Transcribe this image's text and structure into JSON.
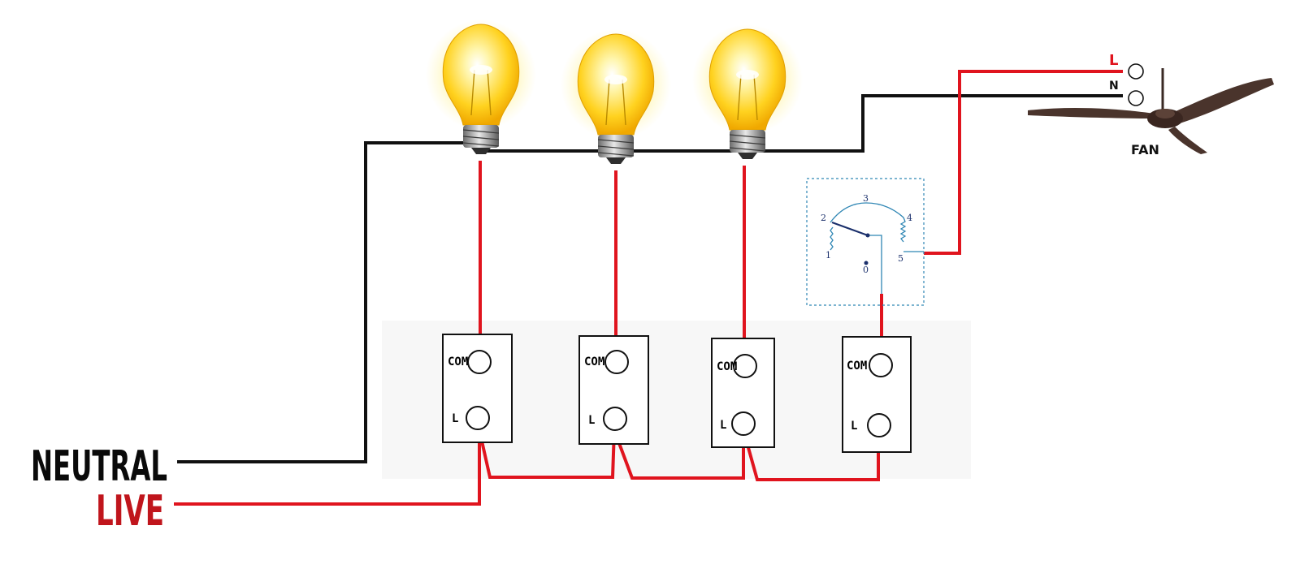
{
  "labels": {
    "neutral": "NEUTRAL",
    "live": "LIVE",
    "fan": "FAN",
    "fan_terminal_l": "L",
    "fan_terminal_n": "N"
  },
  "switches": [
    {
      "com": "COM",
      "l": "L"
    },
    {
      "com": "COM",
      "l": "L"
    },
    {
      "com": "COM",
      "l": "L"
    },
    {
      "com": "COM",
      "l": "L"
    }
  ],
  "regulator": {
    "positions": [
      "1",
      "2",
      "3",
      "4",
      "5",
      "0"
    ]
  },
  "colors": {
    "live_wire": "#e0141e",
    "neutral_wire": "#111111",
    "live_label": "#c0151c",
    "regulator_line": "#2f86b4"
  },
  "icons": [
    "light-bulb-icon",
    "ceiling-fan-icon",
    "switch-box",
    "fan-regulator"
  ]
}
